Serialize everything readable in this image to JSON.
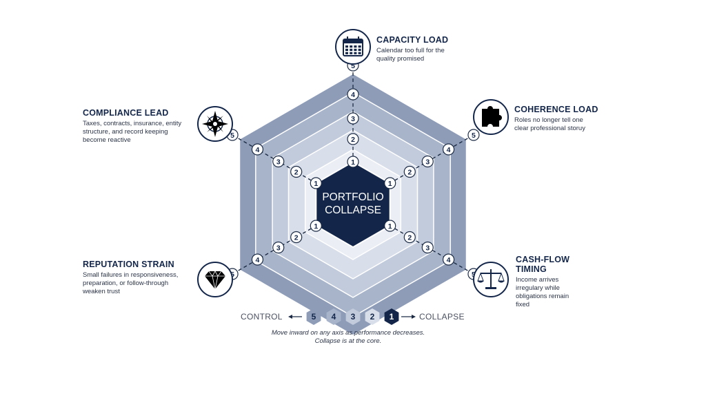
{
  "core": {
    "line1": "PORTFOLIO",
    "line2": "COLLAPSE"
  },
  "axes": [
    {
      "id": "capacity",
      "title": "CAPACITY LOAD",
      "desc": [
        "Calendar too full for the",
        "quality promised"
      ],
      "icon": "calendar-icon"
    },
    {
      "id": "coherence",
      "title": "COHERENCE LOAD",
      "desc": [
        "Roles no longer tell one",
        "clear professional storuy"
      ],
      "icon": "puzzle-piece-icon"
    },
    {
      "id": "cashflow",
      "title": "CASH-FLOW",
      "title2": "TIMING",
      "desc": [
        "Income arrives",
        "irregulary while",
        "obligations remain",
        "fixed"
      ],
      "icon": "scales-icon"
    },
    {
      "id": "reputation",
      "title": "REPUTATION STRAIN",
      "desc": [
        "Small failures in responsiveness,",
        "preparation, or follow-through",
        "weaken trust"
      ],
      "icon": "diamond-icon"
    },
    {
      "id": "compliance",
      "title": "COMPLIANCE LEAD",
      "desc": [
        "Taxes, contracts, insurance, entity",
        "structure, and record keeping",
        "become reactive"
      ],
      "icon": "compass-rose-icon"
    }
  ],
  "levels": [
    "1",
    "2",
    "3",
    "4",
    "5"
  ],
  "legend": {
    "left": "CONTROL",
    "right": "COLLAPSE",
    "steps": [
      "5",
      "4",
      "3",
      "2",
      "1"
    ]
  },
  "caption": {
    "line1": "Move inward on any axis as performance decreases.",
    "line2": "Collapse is at the core."
  },
  "colors": {
    "ring5": "#8e9cb8",
    "ring4": "#a8b4ca",
    "ring3": "#c2cbdc",
    "ring2": "#d9dfea",
    "ring1": "#ebeef4",
    "core": "#13264a",
    "line": "#1b2a44"
  }
}
